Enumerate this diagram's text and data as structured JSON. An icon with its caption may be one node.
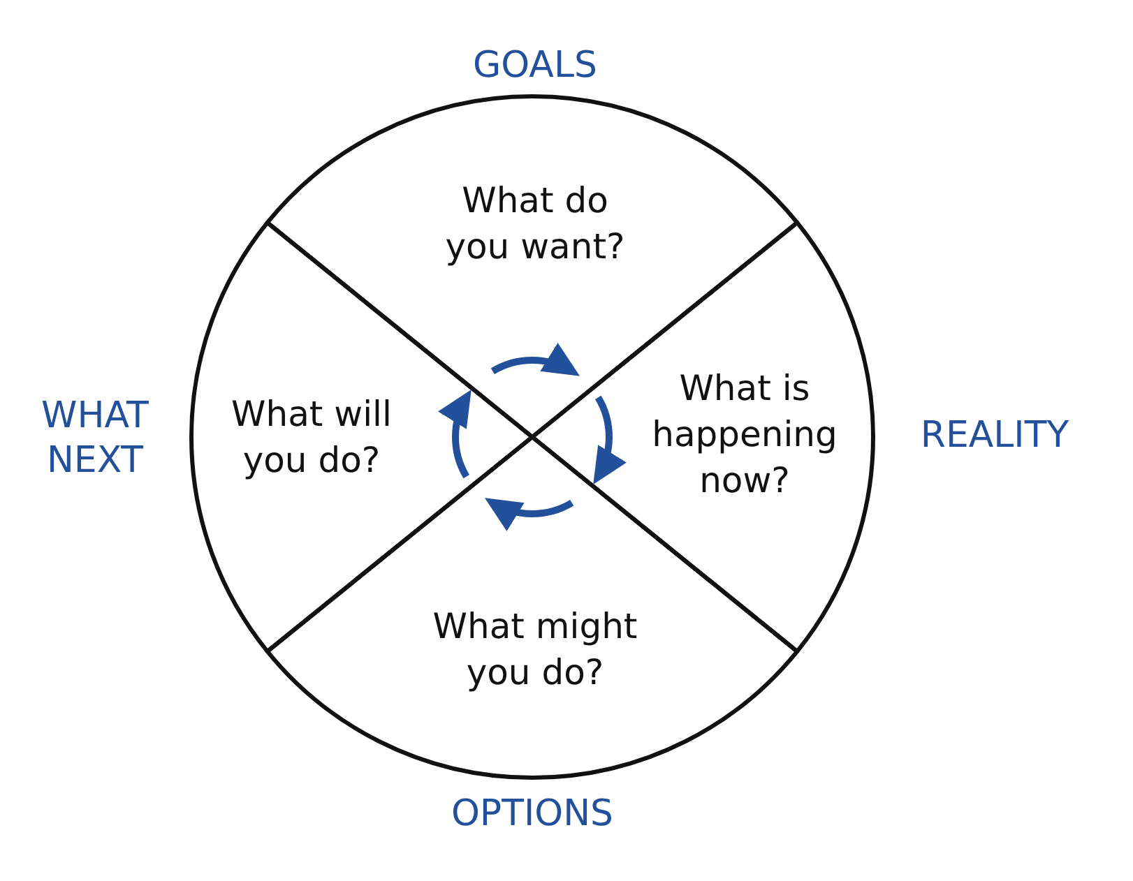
{
  "diagram": {
    "nodes": [
      {
        "text": [
          "GOALS",
          "What do you want?"
        ]
      },
      {
        "text": [
          "WHAT NEXT",
          "What will you do?"
        ]
      },
      {
        "text": [
          "What is happening now?",
          "REALITY"
        ]
      },
      {
        "text": [
          "What might you do?",
          "OPTIONS"
        ]
      }
    ],
    "edges": [
      {
        "from": 0,
        "to": 2,
        "arrow": "to"
      },
      {
        "from": 2,
        "to": 3,
        "arrow": "to"
      },
      {
        "from": 3,
        "to": 1,
        "arrow": "to"
      },
      {
        "from": 1,
        "to": 0,
        "arrow": "to"
      }
    ]
  }
}
